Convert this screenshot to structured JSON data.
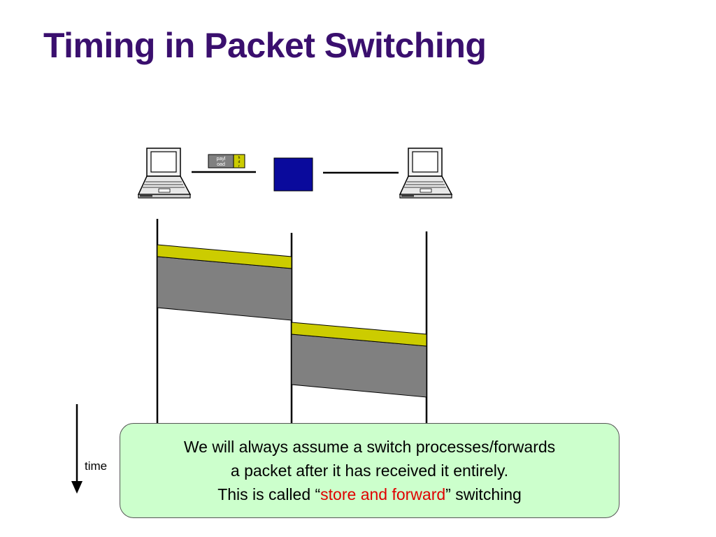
{
  "title": "Timing in Packet Switching",
  "packet": {
    "payload_label_line1": "payl",
    "payload_label_line2": "oad",
    "header_label_line1": "h",
    "header_label_line2": "d",
    "header_label_line3": "r"
  },
  "time_axis": {
    "label": "time"
  },
  "note": {
    "line1": "We will always assume a switch processes/forwards",
    "line2": "a packet after it has  received it entirely.",
    "line3_before": "This is called “",
    "line3_highlight": "store and forward",
    "line3_after": "” switching"
  },
  "icons": [
    "laptop-icon",
    "switch-icon",
    "down-arrow-icon"
  ],
  "colors": {
    "title": "#3A0F6E",
    "switch": "#0A0A9C",
    "packet_header": "#CCCC00",
    "packet_payload": "#808080",
    "note_background": "#CCFFCC",
    "highlight": "#E00000"
  }
}
